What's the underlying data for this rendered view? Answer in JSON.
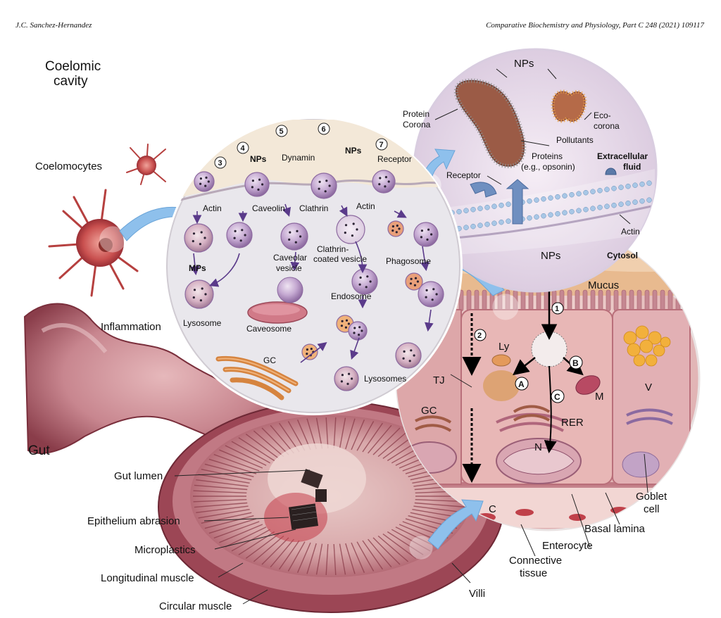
{
  "header": {
    "author": "J.C. Sanchez-Hernandez",
    "journal": "Comparative Biochemistry and Physiology, Part C 248 (2021) 109117"
  },
  "labels": {
    "coelomic_cavity_1": "Coelomic",
    "coelomic_cavity_2": "cavity",
    "coelomocytes": "Coelomocytes",
    "inflammation": "Inflammation",
    "gut": "Gut",
    "gut_lumen": "Gut lumen",
    "epithelium_abrasion": "Epithelium abrasion",
    "microplastics": "Microplastics",
    "longitudinal_muscle": "Longitudinal muscle",
    "circular_muscle": "Circular muscle",
    "villi": "Villi",
    "connective_tissue_1": "Connective",
    "connective_tissue_2": "tissue",
    "enterocyte": "Enterocyte",
    "basal_lamina": "Basal lamina",
    "goblet_cell_1": "Goblet",
    "goblet_cell_2": "cell"
  },
  "endocytosis": {
    "steps": [
      "3",
      "4",
      "5",
      "6",
      "7"
    ],
    "actin_left": "Actin",
    "nps_left": "NPs",
    "dynamin": "Dynamin",
    "nps_right": "NPs",
    "receptor": "Receptor",
    "caveolin": "Caveolin",
    "clathrin": "Clathrin",
    "actin_right": "Actin",
    "mps": "MPs",
    "caveolar_vesicle_1": "Caveolar",
    "caveolar_vesicle_2": "vesicle",
    "clathrin_vesicle_1": "Clathrin-",
    "clathrin_vesicle_2": "coated vesicle",
    "phagosome": "Phagosome",
    "lysosome": "Lysosome",
    "caveosome": "Caveosome",
    "endosome": "Endosome",
    "gc": "GC",
    "lysosomes": "Lysosomes"
  },
  "corona": {
    "nps": "NPs",
    "protein_corona_1": "Protein",
    "protein_corona_2": "Corona",
    "eco_corona_1": "Eco-",
    "eco_corona_2": "corona",
    "pollutants": "Pollutants",
    "proteins_1": "Proteins",
    "proteins_2": "(e.g., opsonin)",
    "extracellular_fluid_1": "Extracellular",
    "extracellular_fluid_2": "fluid",
    "receptor": "Receptor",
    "actin": "Actin",
    "cytosol": "Cytosol"
  },
  "epithelium": {
    "nps": "NPs",
    "mucus": "Mucus",
    "route_1": "1",
    "route_2": "2",
    "ly": "Ly",
    "b": "B",
    "a": "A",
    "c_route": "C",
    "m": "M",
    "v": "V",
    "tj": "TJ",
    "gc": "GC",
    "rer": "RER",
    "n": "N",
    "c": "C"
  },
  "colors": {
    "membrane_bg": "#f4ebe0",
    "circle_inner": "#eae8ec",
    "vesicle": "#b497c2",
    "tissue": "#c98a93",
    "arrow_blue": "#8ec0ec",
    "gut_dark": "#8a3d4a"
  }
}
